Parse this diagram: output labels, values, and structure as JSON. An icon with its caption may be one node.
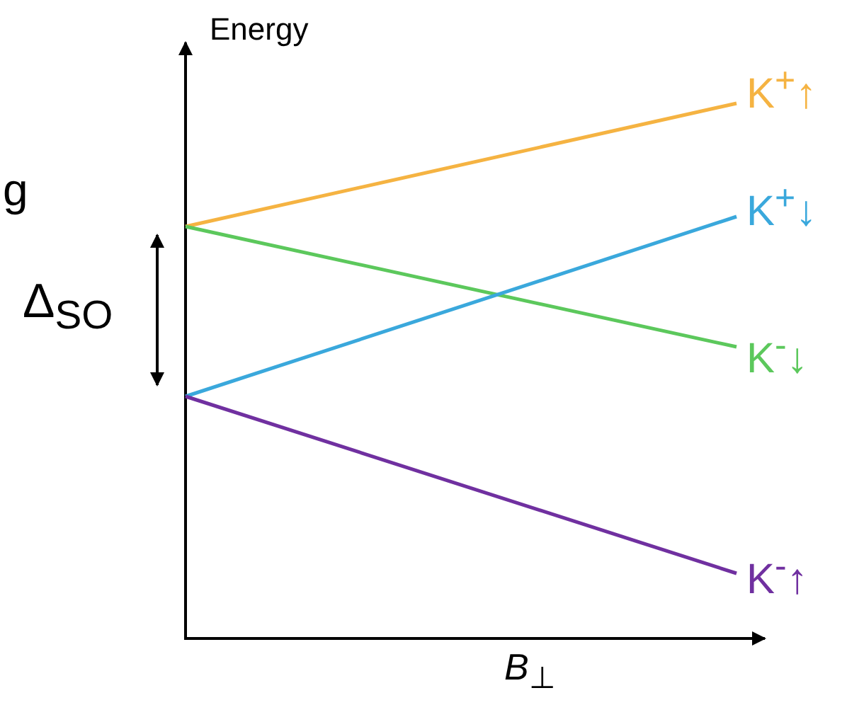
{
  "diagram": {
    "labels": [
      "Energy",
      "g",
      "Δ$_{SO}$",
      "K$^{+}$↑",
      "K$^{+}$↓",
      "K$^{-}$↓",
      "K$^{-}$↑",
      "*B*$_{⊥}$"
    ]
  }
}
